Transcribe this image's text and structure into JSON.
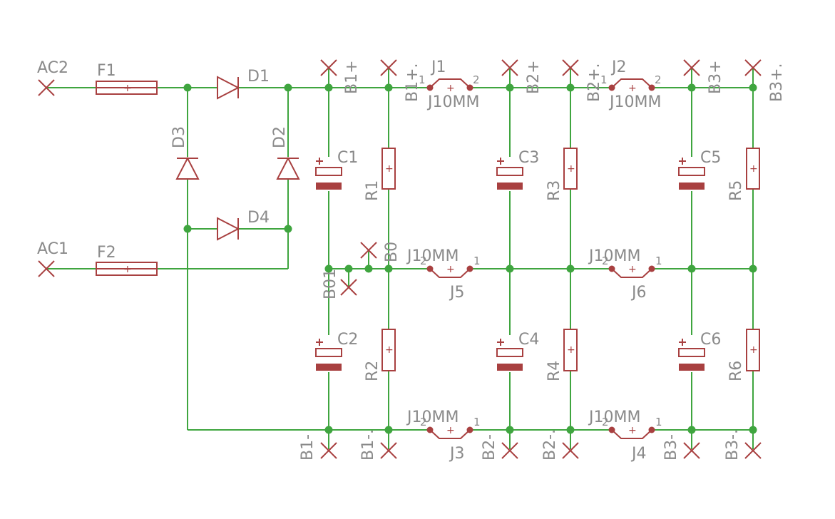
{
  "inputs": {
    "ac1": "AC1",
    "ac2": "AC2"
  },
  "fuses": [
    "F1",
    "F2"
  ],
  "diodes": [
    "D1",
    "D2",
    "D3",
    "D4"
  ],
  "capacitors": [
    "C1",
    "C2",
    "C3",
    "C4",
    "C5",
    "C6"
  ],
  "resistors": [
    "R1",
    "R2",
    "R3",
    "R4",
    "R5",
    "R6"
  ],
  "jumpers": {
    "names": [
      "J1",
      "J2",
      "J3",
      "J4",
      "J5",
      "J6"
    ],
    "value": "J10MM",
    "pin1": "1",
    "pin2": "2"
  },
  "rails": {
    "b1p": "B1+",
    "b1pd": "B1+.",
    "b2p": "B2+",
    "b2pd": "B2+.",
    "b3p": "B3+",
    "b3pd": "B3+.",
    "b0": "B0",
    "b01": "B01",
    "b1m": "B1-",
    "b1md": "B1-.",
    "b2m": "B2-",
    "b2md": "B2-.",
    "b3m": "B3-",
    "b3md": "B3-."
  },
  "colors": {
    "wire": "#3fa53f",
    "part": "#a84040",
    "label": "#8a8a8a"
  }
}
